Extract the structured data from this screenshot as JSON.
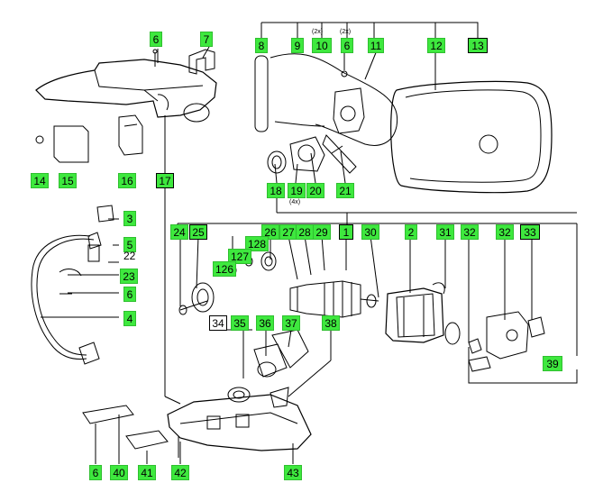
{
  "callouts": [
    {
      "id": "c6a",
      "text": "6",
      "style": "fill"
    },
    {
      "id": "c7",
      "text": "7",
      "style": "fill"
    },
    {
      "id": "c8",
      "text": "8",
      "style": "fill"
    },
    {
      "id": "c9",
      "text": "9",
      "style": "fill"
    },
    {
      "id": "c10",
      "text": "10",
      "style": "fill"
    },
    {
      "id": "c6b",
      "text": "6",
      "style": "fill"
    },
    {
      "id": "c11",
      "text": "11",
      "style": "fill"
    },
    {
      "id": "c12",
      "text": "12",
      "style": "fill"
    },
    {
      "id": "c13",
      "text": "13",
      "style": "box-green"
    },
    {
      "id": "c14",
      "text": "14",
      "style": "fill"
    },
    {
      "id": "c15",
      "text": "15",
      "style": "fill"
    },
    {
      "id": "c16",
      "text": "16",
      "style": "fill"
    },
    {
      "id": "c17",
      "text": "17",
      "style": "box-green"
    },
    {
      "id": "c18",
      "text": "18",
      "style": "fill"
    },
    {
      "id": "c19",
      "text": "19",
      "style": "fill"
    },
    {
      "id": "c20",
      "text": "20",
      "style": "fill"
    },
    {
      "id": "c21",
      "text": "21",
      "style": "fill"
    },
    {
      "id": "c3",
      "text": "3",
      "style": "fill"
    },
    {
      "id": "c5",
      "text": "5",
      "style": "fill"
    },
    {
      "id": "c22",
      "text": "22",
      "style": "plain"
    },
    {
      "id": "c23",
      "text": "23",
      "style": "fill"
    },
    {
      "id": "c6c",
      "text": "6",
      "style": "fill"
    },
    {
      "id": "c4",
      "text": "4",
      "style": "fill"
    },
    {
      "id": "c24",
      "text": "24",
      "style": "fill"
    },
    {
      "id": "c25",
      "text": "25",
      "style": "box-green"
    },
    {
      "id": "c26",
      "text": "26",
      "style": "fill"
    },
    {
      "id": "c128",
      "text": "128",
      "style": "fill"
    },
    {
      "id": "c127",
      "text": "127",
      "style": "fill"
    },
    {
      "id": "c126",
      "text": "126",
      "style": "fill"
    },
    {
      "id": "c27",
      "text": "27",
      "style": "fill"
    },
    {
      "id": "c28",
      "text": "28",
      "style": "fill"
    },
    {
      "id": "c29",
      "text": "29",
      "style": "fill"
    },
    {
      "id": "c1",
      "text": "1",
      "style": "box-green"
    },
    {
      "id": "c30",
      "text": "30",
      "style": "fill"
    },
    {
      "id": "c2",
      "text": "2",
      "style": "fill"
    },
    {
      "id": "c31",
      "text": "31",
      "style": "fill"
    },
    {
      "id": "c32a",
      "text": "32",
      "style": "fill"
    },
    {
      "id": "c32b",
      "text": "32",
      "style": "fill"
    },
    {
      "id": "c33",
      "text": "33",
      "style": "box-green"
    },
    {
      "id": "c34",
      "text": "34",
      "style": "box"
    },
    {
      "id": "c35",
      "text": "35",
      "style": "fill"
    },
    {
      "id": "c36",
      "text": "36",
      "style": "fill"
    },
    {
      "id": "c37",
      "text": "37",
      "style": "fill"
    },
    {
      "id": "c38",
      "text": "38",
      "style": "fill"
    },
    {
      "id": "c39",
      "text": "39",
      "style": "fill"
    },
    {
      "id": "c6d",
      "text": "6",
      "style": "fill"
    },
    {
      "id": "c40",
      "text": "40",
      "style": "fill"
    },
    {
      "id": "c41",
      "text": "41",
      "style": "fill"
    },
    {
      "id": "c42",
      "text": "42",
      "style": "fill"
    },
    {
      "id": "c43",
      "text": "43",
      "style": "fill"
    }
  ],
  "notes": {
    "n10": "(2x)",
    "n6": "(2x)",
    "n19": "(4x)"
  },
  "colors": {
    "callout_fill": "#3ee83e",
    "line": "#000000"
  }
}
